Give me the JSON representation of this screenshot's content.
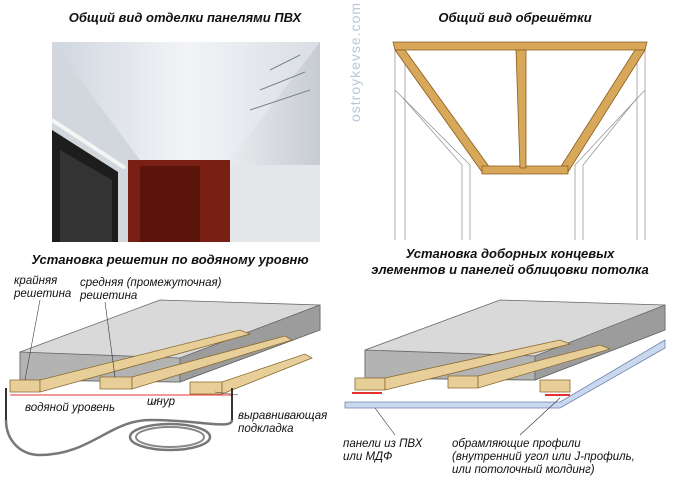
{
  "titles": {
    "top_left": "Общий вид отделки панелями ПВХ",
    "top_right": "Общий вид обрешётки",
    "bottom_left": "Установка решетин по водяному уровню",
    "bottom_right_line1": "Установка доборных концевых",
    "bottom_right_line2": "элементов и панелей облицовки потолка"
  },
  "watermark": "ostroykevse.com",
  "left_labels": {
    "edge_batten_1": "крайняя",
    "edge_batten_2": "решетина",
    "middle_batten_1": "средняя (промежуточная)",
    "middle_batten_2": "решетина",
    "water_level": "водяной уровень",
    "cord": "шнур",
    "shim_1": "выравнивающая",
    "shim_2": "подкладка"
  },
  "right_labels": {
    "panels_1": "панели из ПВХ",
    "panels_2": "или МДФ",
    "profiles_1": "обрамляющие профили",
    "profiles_2": "(внутренний угол или J-профиль,",
    "profiles_3": "или потолочный молдинг)"
  },
  "colors": {
    "wood": "#e8cf9a",
    "slab_top": "#d9d9d9",
    "slab_side": "#9c9c9c",
    "panel": "#c9d8ef",
    "accent_red": "#e53030",
    "frame_wood": "#d8a85a"
  }
}
